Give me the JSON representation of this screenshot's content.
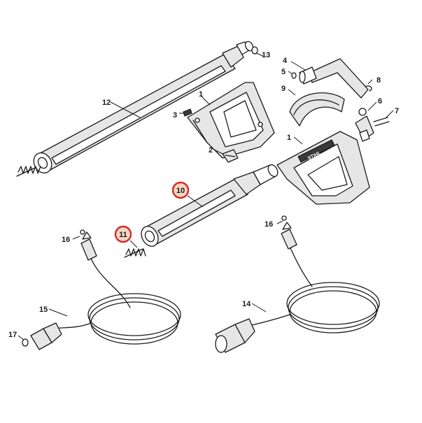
{
  "diagram": {
    "callouts": {
      "c1a": "1",
      "c1b": "1",
      "c2": "2",
      "c3": "3",
      "c4": "4",
      "c5": "5",
      "c6": "6",
      "c7": "7",
      "c8": "8",
      "c9": "9",
      "c10": "10",
      "c11": "11",
      "c12": "12",
      "c13": "13",
      "c14": "14",
      "c15": "15",
      "c16a": "16",
      "c16b": "16",
      "c17": "17"
    },
    "handle_brand": "STIHL",
    "highlight_color": "#d42a2a",
    "highlight_fill": "#f6d6c2",
    "line_color": "#1a1a1a",
    "part_fill": "#e6e6e6"
  }
}
